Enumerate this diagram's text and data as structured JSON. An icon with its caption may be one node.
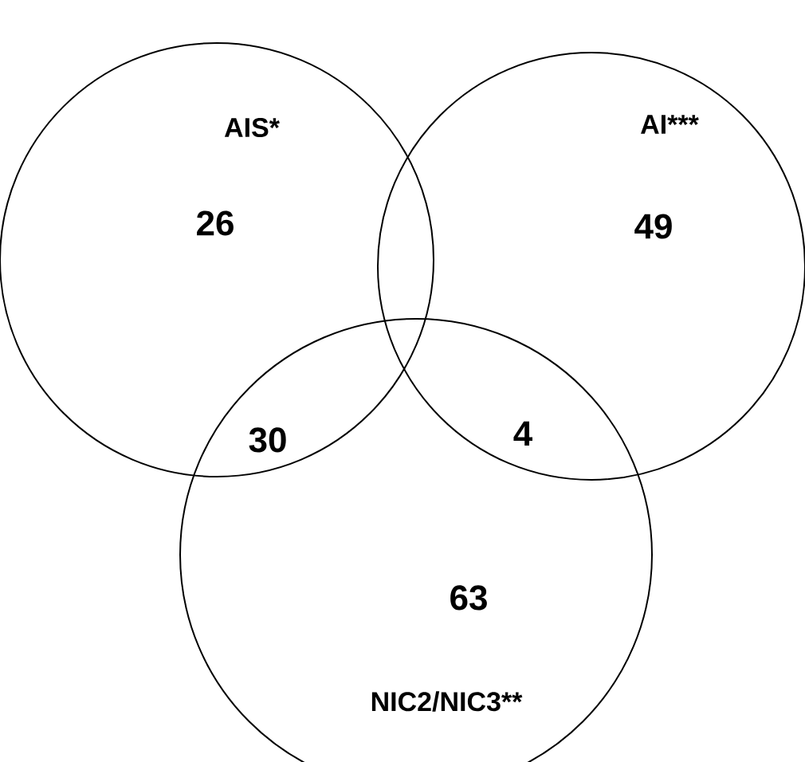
{
  "diagram": {
    "nodes": [
      {
        "text": [
          "AIS*",
          "26"
        ]
      },
      {
        "text": [
          "AI***",
          "49"
        ]
      },
      {
        "text": [
          "63",
          "NIC2/NIC3**"
        ]
      }
    ],
    "labels": [
      "30",
      "4"
    ]
  }
}
